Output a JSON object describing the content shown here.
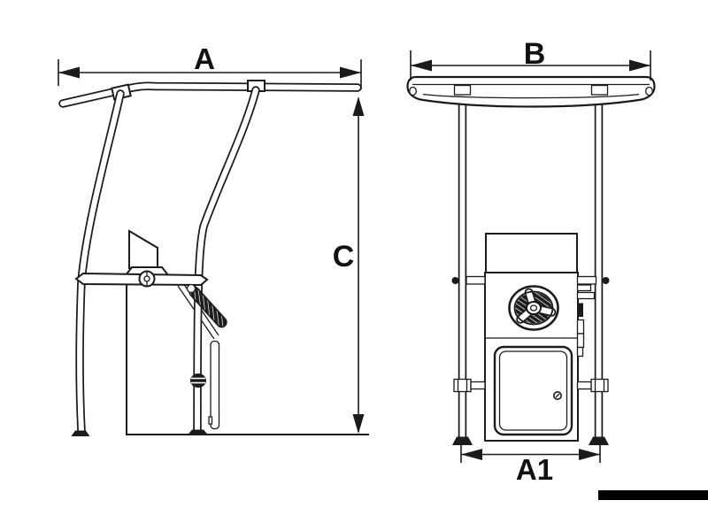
{
  "drawing": {
    "dimensions": {
      "a": "A",
      "b": "B",
      "c": "C",
      "a1": "A1"
    }
  },
  "colors": {
    "line": "#1b1b1b",
    "background": "#ffffff",
    "footer_bar": "#000000"
  }
}
